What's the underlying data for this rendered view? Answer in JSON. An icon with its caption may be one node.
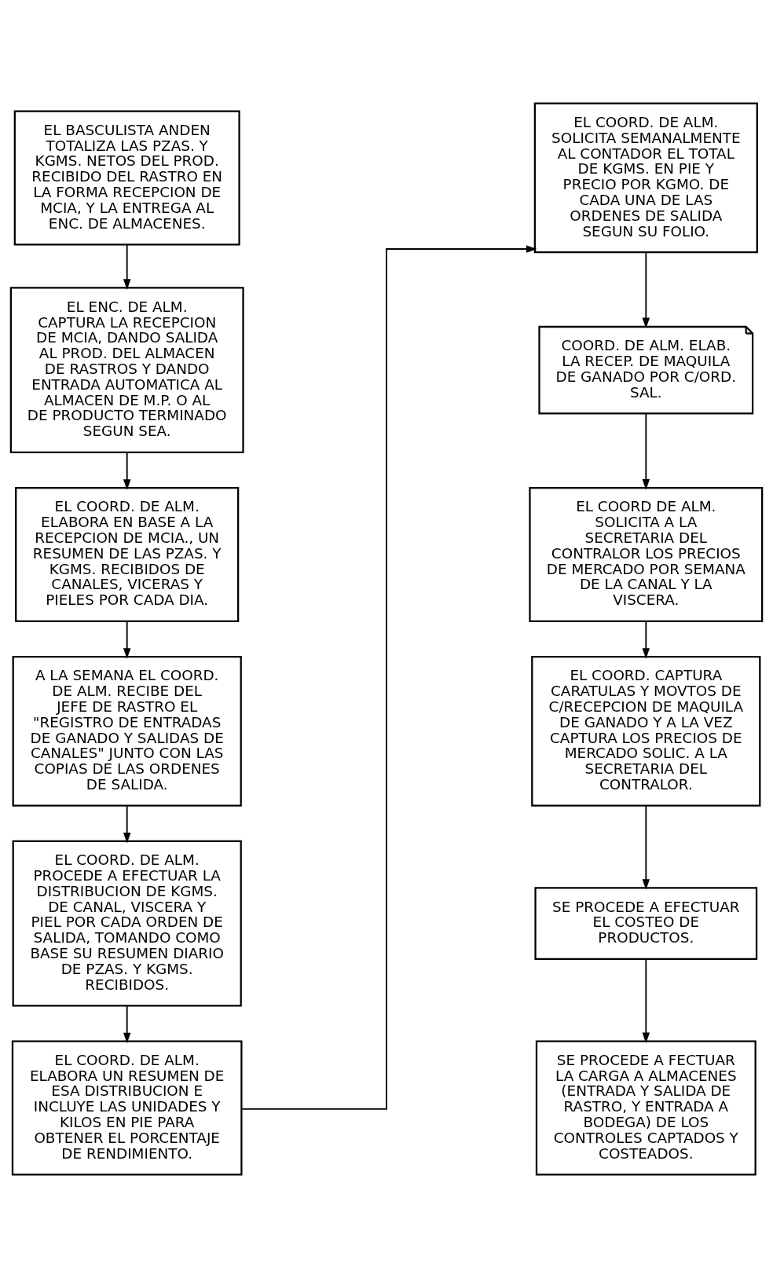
{
  "diagram": {
    "nodes": [
      {
        "text": [
          "EL BASCULISTA ANDEN TOTALIZA LAS PZAS. Y KGMS. NETOS DEL PROD. RECIBIDO DEL RASTRO EN LA FORMA RECEPCION DE MCIA, Y LA ENTREGA AL ENC. DE ALMACENES."
        ]
      },
      {
        "text": [
          "EL ENC. DE ALM. CAPTURA LA RECEPCION DE MCIA, DANDO SALIDA AL PROD. DEL ALMACEN DE RASTROS Y DANDO ENTRADA AUTOMATICA AL ALMACEN DE M.P. O AL DE PRODUCTO TERMINADO SEGUN SEA."
        ]
      },
      {
        "text": [
          "EL COORD. DE ALM. ELABORA EN BASE A LA RECEPCION DE MCIA., UN RESUMEN DE LAS PZAS. Y KGMS. RECIBIDOS DE CANALES, VICERAS Y PIELES POR CADA DIA."
        ]
      },
      {
        "text": [
          "A LA SEMANA EL COORD. DE ALM. RECIBE DEL JEFE DE RASTRO EL \"REGISTRO DE ENTRADAS DE GANADO Y SALIDAS DE CANALES\" JUNTO CON LAS COPIAS DE LAS ORDENES DE SALIDA."
        ]
      },
      {
        "text": [
          "EL COORD. DE ALM. PROCEDE A EFECTUAR LA DISTRIBUCION DE KGMS. DE CANAL, VISCERA Y PIEL POR CADA ORDEN DE SALIDA, TOMANDO COMO BASE SU RESUMEN DIARIO DE PZAS. Y KGMS. RECIBIDOS."
        ]
      },
      {
        "text": [
          "EL COORD. DE ALM. ELABORA UN RESUMEN DE ESA DISTRIBUCION E INCLUYE LAS UNIDADES Y KILOS EN PIE PARA OBTENER EL PORCENTAJE DE RENDIMIENTO."
        ]
      },
      {
        "text": [
          "EL COORD. DE ALM. SOLICITA SEMANALMENTE AL CONTADOR EL TOTAL DE KGMS. EN PIE Y PRECIO POR KGMO. DE CADA UNA DE LAS ORDENES DE SALIDA SEGUN SU FOLIO."
        ]
      },
      {
        "text": [
          "COORD. DE ALM. ELAB. LA RECEP. DE MAQUILA DE GANADO POR C/ORD. SAL."
        ]
      },
      {
        "text": [
          "EL COORD DE ALM. SOLICITA A LA SECRETARIA DEL CONTRALOR LOS PRECIOS DE MERCADO POR SEMANA DE LA CANAL Y LA VISCERA."
        ]
      },
      {
        "text": [
          "EL COORD. CAPTURA CARATULAS Y MOVTOS DE C/RECEPCION DE MAQUILA DE GANADO Y A LA VEZ CAPTURA LOS PRECIOS DE MERCADO SOLIC. A LA SECRETARIA DEL CONTRALOR."
        ]
      },
      {
        "text": [
          "SE PROCEDE A EFECTUAR EL COSTEO DE PRODUCTOS."
        ]
      },
      {
        "text": [
          "SE PROCEDE A FECTUAR LA CARGA A ALMACENES (ENTRADA Y SALIDA DE RASTRO, Y ENTRADA A BODEGA) DE LOS CONTROLES CAPTADOS Y COSTEADOS."
        ]
      }
    ],
    "edges": [
      {
        "from": 0,
        "to": 1,
        "arrow": "to"
      },
      {
        "from": 1,
        "to": 2,
        "arrow": "to"
      },
      {
        "from": 2,
        "to": 3,
        "arrow": "to"
      },
      {
        "from": 3,
        "to": 4,
        "arrow": "to"
      },
      {
        "from": 4,
        "to": 5,
        "arrow": "to"
      },
      {
        "from": 5,
        "to": 6,
        "arrow": "to"
      },
      {
        "from": 6,
        "to": 7,
        "arrow": "to"
      },
      {
        "from": 7,
        "to": 8,
        "arrow": "to"
      },
      {
        "from": 8,
        "to": 9,
        "arrow": "to"
      },
      {
        "from": 9,
        "to": 10,
        "arrow": "to"
      },
      {
        "from": 10,
        "to": 11,
        "arrow": "to"
      }
    ]
  }
}
